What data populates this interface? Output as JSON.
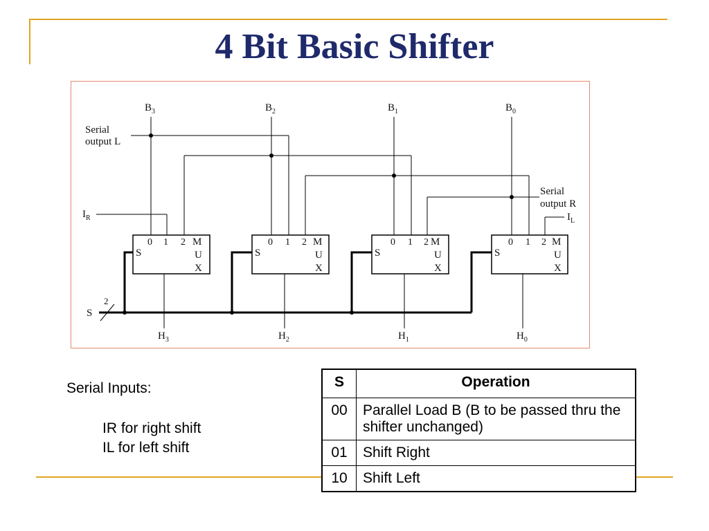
{
  "slide": {
    "title": "4 Bit Basic Shifter",
    "accent_color": "#e0a520",
    "title_color": "#1f2a6b"
  },
  "diagram": {
    "muxes": [
      {
        "input_label": "B",
        "input_sub": "3",
        "output_label": "H",
        "output_sub": "3"
      },
      {
        "input_label": "B",
        "input_sub": "2",
        "output_label": "H",
        "output_sub": "2"
      },
      {
        "input_label": "B",
        "input_sub": "1",
        "output_label": "H",
        "output_sub": "1"
      },
      {
        "input_label": "B",
        "input_sub": "0",
        "output_label": "H",
        "output_sub": "0"
      }
    ],
    "mux_text": {
      "select": "S",
      "in0": "0",
      "in1": "1",
      "in2": "2",
      "m": "M",
      "u": "U",
      "x": "X"
    },
    "serial_output_l": [
      "Serial",
      "output L"
    ],
    "serial_output_r": [
      "Serial",
      "output R"
    ],
    "ir_label": {
      "main": "I",
      "sub": "R"
    },
    "il_label": {
      "main": "I",
      "sub": "L"
    },
    "select_label": "S",
    "select_width": "2"
  },
  "serial_notes": {
    "heading": "Serial Inputs:",
    "items": [
      "IR for right shift",
      "IL for left shift"
    ]
  },
  "table": {
    "headers": [
      "S",
      "Operation"
    ],
    "rows": [
      {
        "s": "00",
        "op": "Parallel Load B (B to be passed thru the shifter unchanged)"
      },
      {
        "s": "01",
        "op": "Shift Right"
      },
      {
        "s": "10",
        "op": "Shift Left"
      }
    ]
  }
}
